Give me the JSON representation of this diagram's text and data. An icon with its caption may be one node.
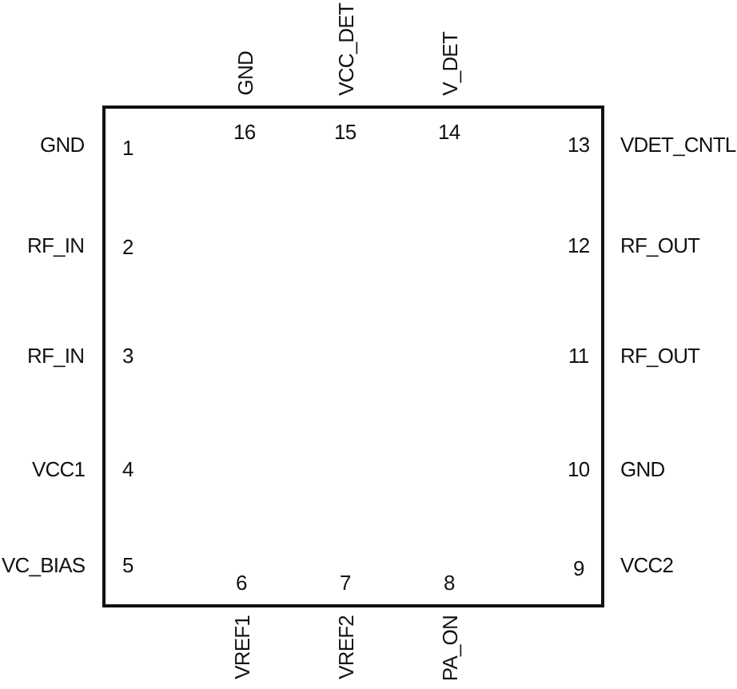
{
  "diagram": {
    "labels": [
      "GND",
      "VCC_DET",
      "V_DET",
      "16",
      "15",
      "14",
      "GND",
      "1",
      "13",
      "VDET_CNTL",
      "RF_IN",
      "2",
      "12",
      "RF_OUT",
      "RF_IN",
      "3",
      "11",
      "RF_OUT",
      "VCC1",
      "4",
      "10",
      "GND",
      "VC_BIAS",
      "5",
      "6",
      "7",
      "8",
      "9",
      "VCC2",
      "VREF1",
      "VREF2",
      "PA_ON"
    ]
  }
}
